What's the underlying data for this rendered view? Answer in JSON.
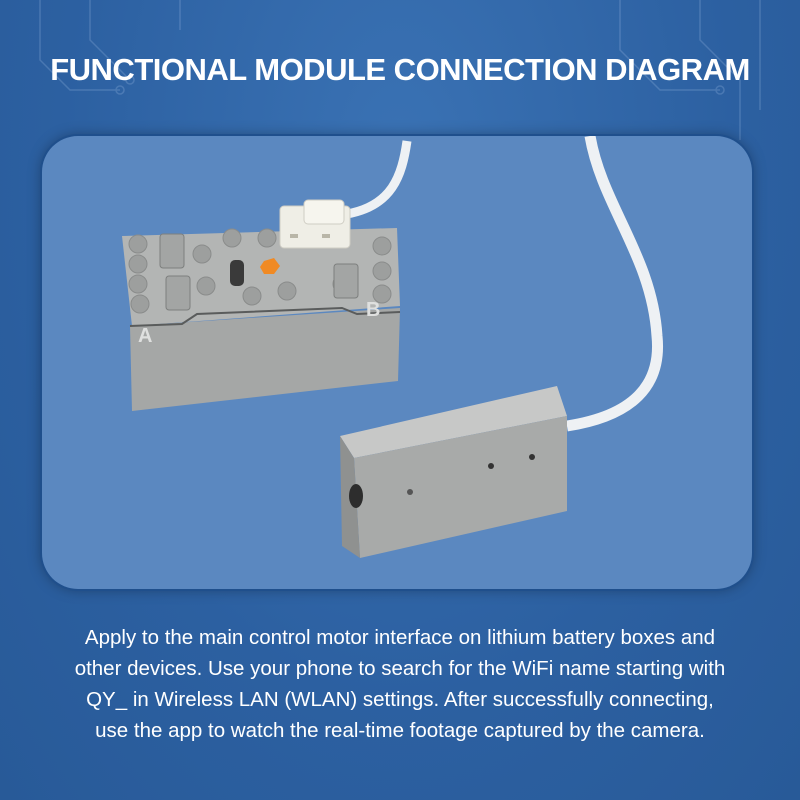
{
  "header": {
    "title": "FUNCTIONAL MODULE CONNECTION DIAGRAM"
  },
  "product": {
    "port_a_label": "A",
    "port_b_label": "B"
  },
  "description": {
    "lines": [
      "Apply to the main control motor interface on lithium battery boxes and",
      "other devices. Use your phone to search for the WiFi name starting with",
      "QY_ in Wireless LAN (WLAN) settings. After successfully connecting,",
      "use the app to watch the real-time footage captured by the camera."
    ]
  },
  "colors": {
    "background": "#2d62a3",
    "panel": "#5b88c0",
    "brick": "#a9abaa",
    "accent": "#f08a24"
  }
}
